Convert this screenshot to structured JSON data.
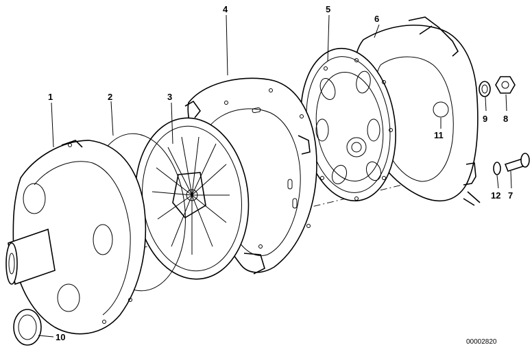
{
  "callouts": {
    "p1": "1",
    "p2": "2",
    "p3": "3",
    "p4": "4",
    "p5": "5",
    "p6": "6",
    "p7": "7",
    "p8": "8",
    "p9": "9",
    "p10": "10",
    "p11": "11",
    "p12": "12"
  },
  "reference_number": "00002820"
}
